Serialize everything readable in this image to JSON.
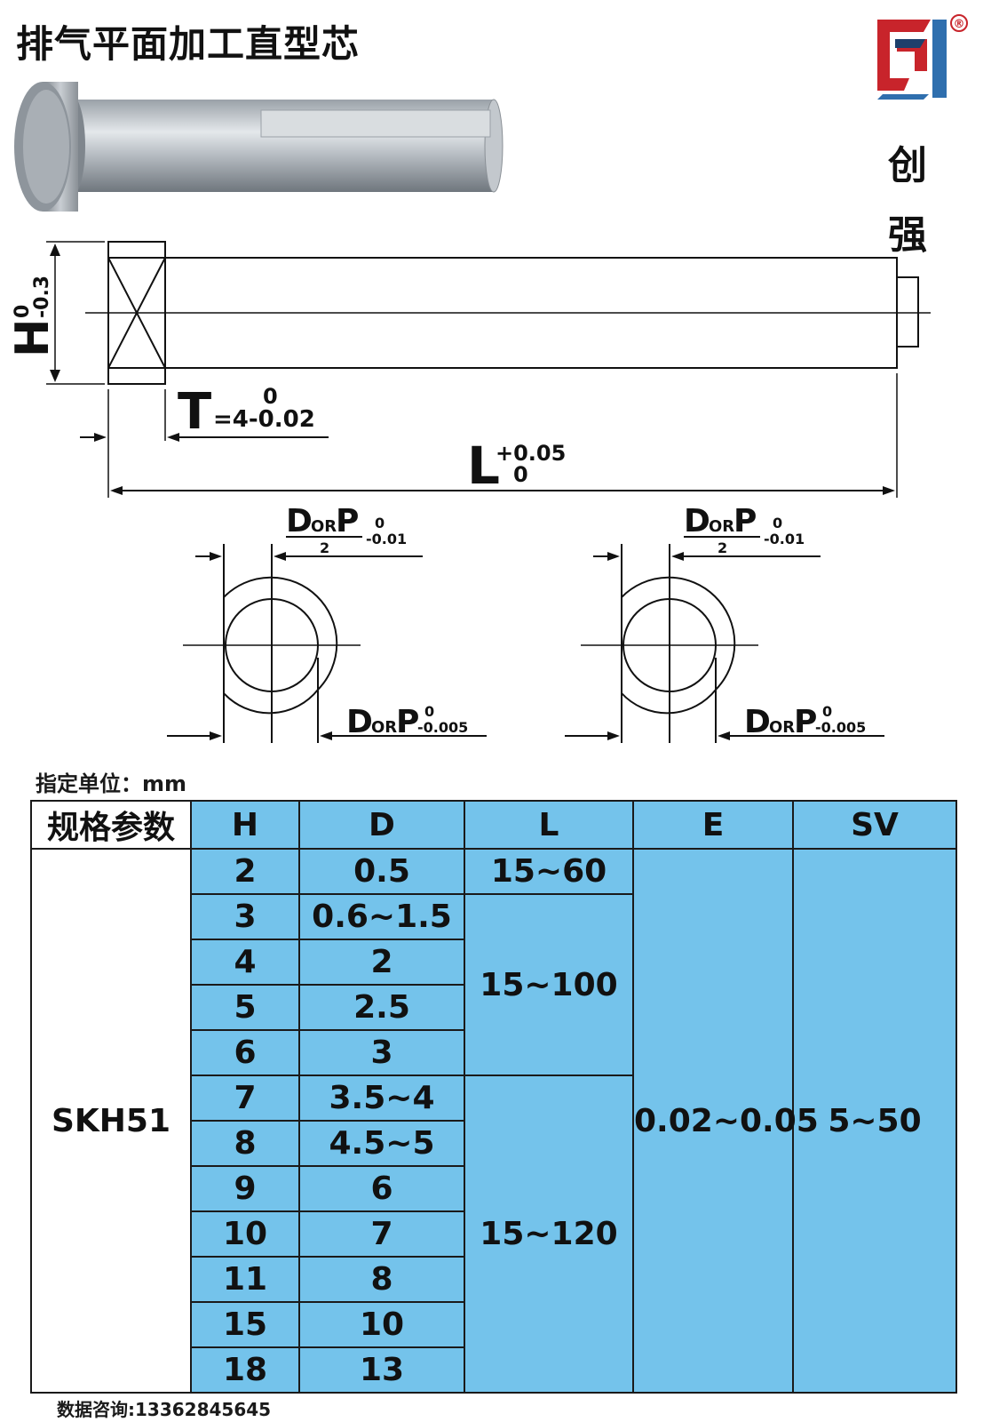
{
  "title": "排气平面加工直型芯",
  "brand": {
    "chars": [
      "创",
      "强"
    ],
    "registered_mark": "®",
    "colors": {
      "red": "#c8242b",
      "blue": "#2f6fae"
    }
  },
  "drawing": {
    "h_symbol": "H",
    "h_tol_upper": "0",
    "h_tol_lower": "-0.3",
    "t_symbol": "T",
    "t_value": "=4-0.02",
    "t_tol_upper": "0",
    "l_symbol": "L",
    "l_tol_upper": "+0.05",
    "l_tol_lower": "0",
    "d_main": "D",
    "or_text": "OR",
    "p_main": "P",
    "half_denominator": "2",
    "tol_zero": "0",
    "tol_001": "-0.01",
    "tol_0005": "-0.005"
  },
  "unit_note": "指定单位：mm",
  "table": {
    "headers": [
      "规格参数",
      "H",
      "D",
      "L",
      "E",
      "SV"
    ],
    "material": "SKH51",
    "rows": [
      {
        "h": "2",
        "d": "0.5"
      },
      {
        "h": "3",
        "d": "0.6~1.5"
      },
      {
        "h": "4",
        "d": "2"
      },
      {
        "h": "5",
        "d": "2.5"
      },
      {
        "h": "6",
        "d": "3"
      },
      {
        "h": "7",
        "d": "3.5~4"
      },
      {
        "h": "8",
        "d": "4.5~5"
      },
      {
        "h": "9",
        "d": "6"
      },
      {
        "h": "10",
        "d": "7"
      },
      {
        "h": "11",
        "d": "8"
      },
      {
        "h": "15",
        "d": "10"
      },
      {
        "h": "18",
        "d": "13"
      }
    ],
    "l_groups": [
      "15~60",
      "15~100",
      "15~120"
    ],
    "e_value": "0.02~0.05",
    "sv_value": "5~50",
    "colors": {
      "cell_blue": "#74c3eb",
      "border": "#1a1a1a"
    }
  },
  "contact": "数据咨询:13362845645"
}
